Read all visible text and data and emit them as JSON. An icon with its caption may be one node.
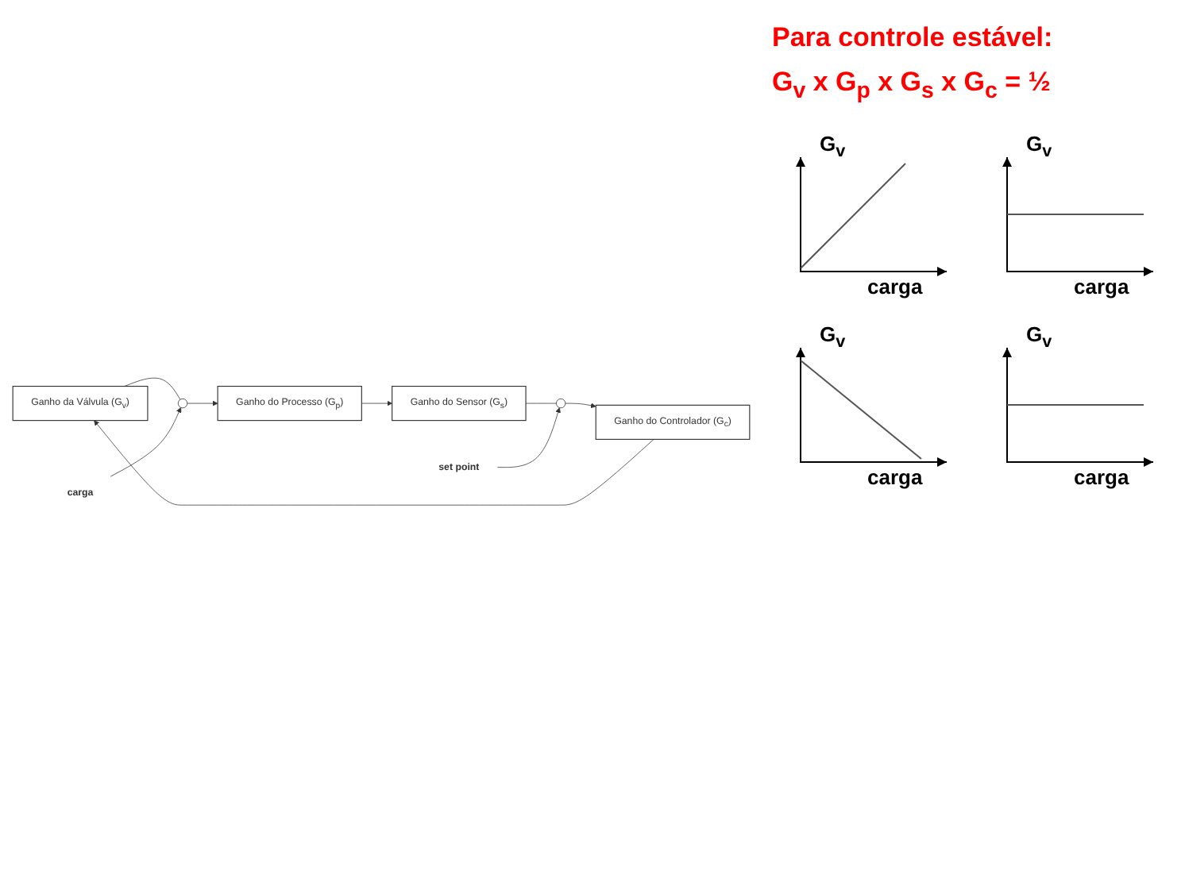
{
  "diagram": {
    "nodes": [
      {
        "text": [
          "Ganho da Válvula (G$_{v}$)"
        ]
      },
      {
        "text": [],
        "shape": "circle"
      },
      {
        "text": [
          "Ganho do Processo (G$_{p}$)"
        ]
      },
      {
        "text": [
          "Ganho do Sensor (G$_{s}$)"
        ]
      },
      {
        "text": [],
        "shape": "circle"
      },
      {
        "text": [
          "Ganho do Controlador (G$_{c}$)"
        ]
      },
      {
        "text": [
          "carga"
        ]
      },
      {
        "text": [
          "set point"
        ]
      }
    ],
    "edges": [
      {
        "from": 0,
        "to": 1,
        "arrow": "none"
      },
      {
        "from": 6,
        "to": 1,
        "arrow": "to"
      },
      {
        "from": 1,
        "to": 2,
        "arrow": "to"
      },
      {
        "from": 2,
        "to": 3,
        "arrow": "to"
      },
      {
        "from": 3,
        "to": 4,
        "arrow": "none"
      },
      {
        "from": 7,
        "to": 4,
        "arrow": "to"
      },
      {
        "from": 4,
        "to": 5,
        "arrow": "to"
      },
      {
        "from": 5,
        "to": 0,
        "arrow": "to"
      }
    ],
    "labels": [
      "G$_{v}$",
      "carga",
      "G$_{v}$",
      "carga",
      "Para controle estável:",
      "G$_{v}$ x G$_{p}$ x G$_{s}$ x G$_{c}$ = ½",
      "G$_{v}$",
      "carga",
      "G$_{v}$",
      "carga"
    ]
  }
}
